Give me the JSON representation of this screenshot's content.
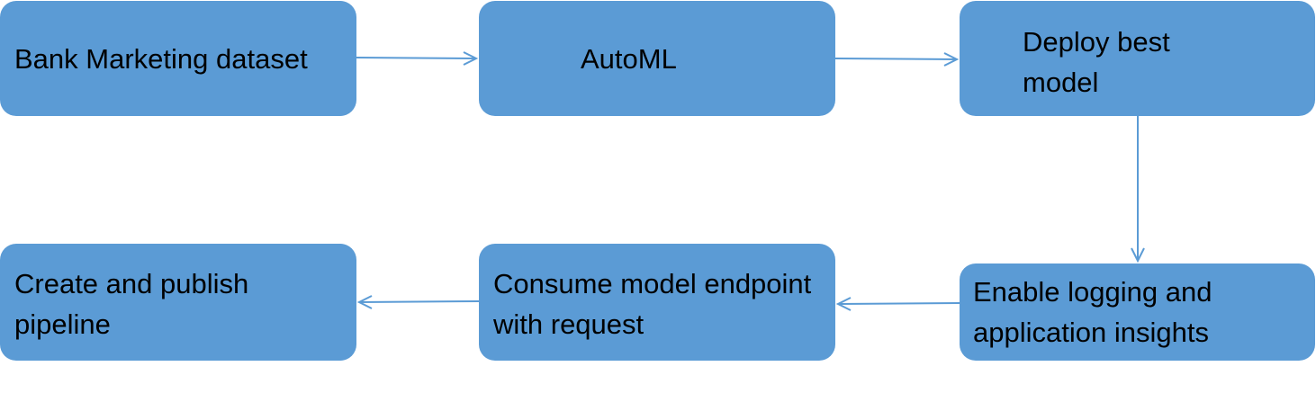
{
  "diagram": {
    "nodes": {
      "dataset": "Bank Marketing dataset",
      "automl": "AutoML",
      "deploy": "Deploy best model",
      "logging": "Enable logging and application insights",
      "consume": "Consume model endpoint with request",
      "pipeline": "Create and publish pipeline"
    },
    "edges": [
      {
        "from": "dataset",
        "to": "automl"
      },
      {
        "from": "automl",
        "to": "deploy"
      },
      {
        "from": "deploy",
        "to": "logging"
      },
      {
        "from": "logging",
        "to": "consume"
      },
      {
        "from": "consume",
        "to": "pipeline"
      }
    ],
    "colors": {
      "node_fill": "#5b9bd5",
      "connector": "#5b9bd5",
      "text": "#000000"
    }
  }
}
